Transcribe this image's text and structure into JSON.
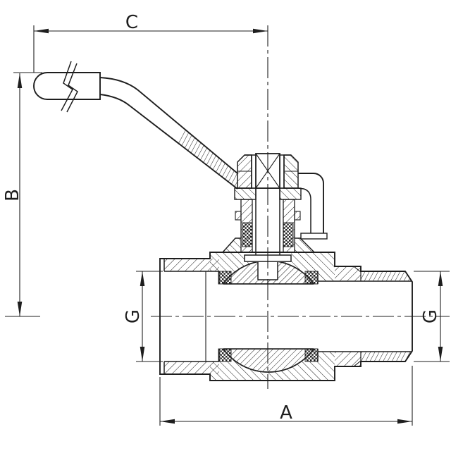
{
  "drawing": {
    "background_color": "#ffffff",
    "line_color": "#1e1e1e",
    "labels": {
      "dim_overall_length": "A",
      "dim_overall_height": "B",
      "dim_handle_length": "C",
      "dim_thread_left": "G",
      "dim_thread_right": "G"
    }
  }
}
